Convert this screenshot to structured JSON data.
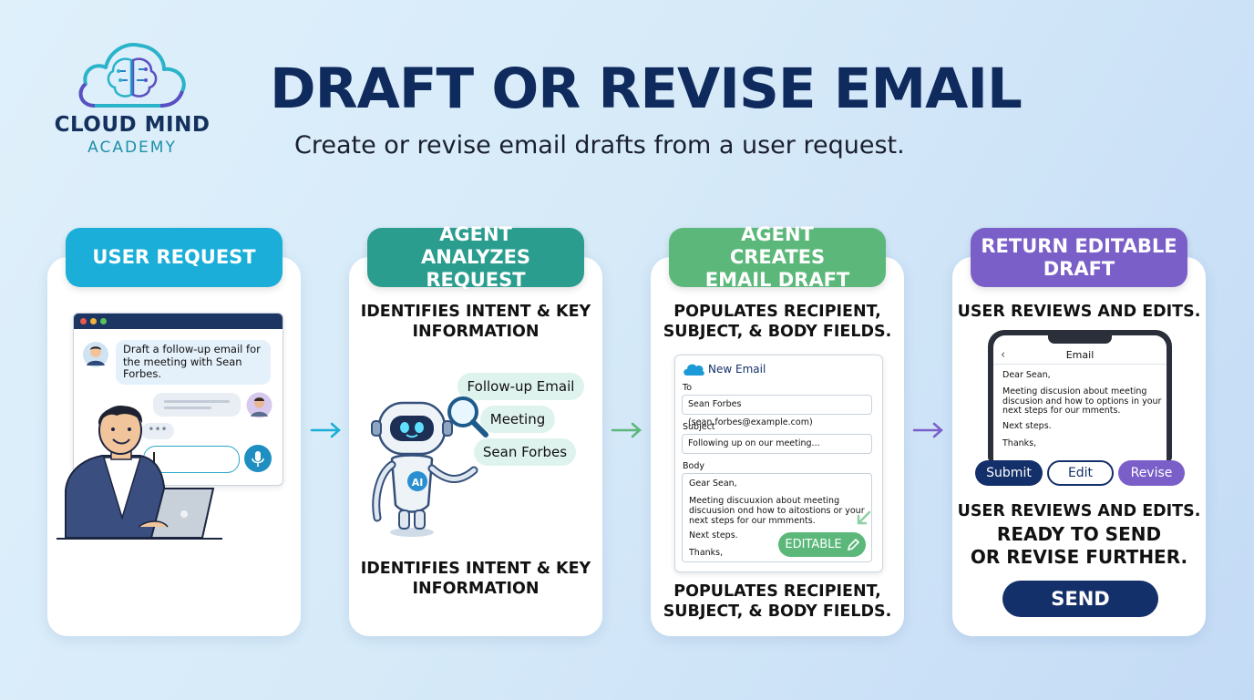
{
  "brand": {
    "name": "CLOUD MIND",
    "sub": "ACADEMY"
  },
  "title": "DRAFT OR REVISE EMAIL",
  "subtitle": "Create or revise email drafts from a user request.",
  "colors": {
    "stage1": "#1aaed8",
    "stage2": "#2a9d8f",
    "stage3": "#5cb87a",
    "stage4": "#7b5fc9",
    "navy": "#14306a"
  },
  "stages": [
    {
      "badge": "USER REQUEST",
      "chat_message": "Draft a follow-up email for the meeting with Sean Forbes."
    },
    {
      "badge": "AGENT ANALYZES REQUEST",
      "caption_top": "IDENTIFIES INTENT & KEY INFORMATION",
      "chips": [
        "Follow-up Email",
        "Meeting",
        "Sean Forbes"
      ],
      "robot_label": "AI",
      "caption_bottom": "IDENTIFIES INTENT & KEY INFORMATION"
    },
    {
      "badge": "AGENT CREATES EMAIL DRAFT",
      "caption_top": "POPULATES RECIPIENT, SUBJECT, & BODY FIELDS.",
      "email": {
        "header": "New Email",
        "to_label": "To",
        "to_value": "Sean Forbes (sean.forbes@example.com)",
        "subject_label": "Subject",
        "subject_value": "Following up on our meeting...",
        "body_label": "Body",
        "greeting": "Gear Sean,",
        "paragraph": "Meeting discuuxion about meeting discuusion ond how to aitostions or your next steps for our mmments.",
        "next": "Next steps.",
        "closing": "Thanks,"
      },
      "editable_label": "EDITABLE",
      "caption_bottom": "POPULATES RECIPIENT, SUBJECT, & BODY FIELDS."
    },
    {
      "badge": "RETURN EDITABLE DRAFT",
      "caption_top": "USER REVIEWS AND EDITS.",
      "phone": {
        "title": "Email",
        "greeting": "Dear Sean,",
        "paragraph": "Meeting discusion about meeting discusion and how to options in your next steps for our mments.",
        "next": "Next steps.",
        "closing": "Thanks,"
      },
      "buttons": {
        "submit": "Submit",
        "edit": "Edit",
        "revise": "Revise"
      },
      "caption_bottom_1": "USER REVIEWS AND EDITS.",
      "caption_bottom_2": "READY TO SEND",
      "caption_bottom_3": "OR REVISE FURTHER.",
      "send": "SEND"
    }
  ]
}
